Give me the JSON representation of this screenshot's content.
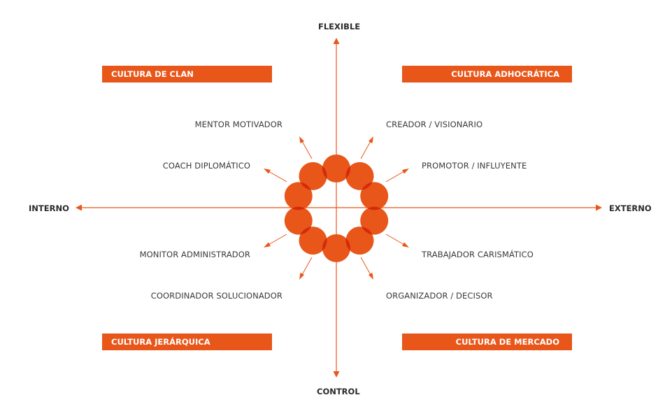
{
  "axes": {
    "top": "FLEXIBLE",
    "bottom": "CONTROL",
    "left": "INTERNO",
    "right": "EXTERNO"
  },
  "quadrants": {
    "top_left": "CULTURA DE CLAN",
    "top_right": "CULTURA ADHOCRÁTICA",
    "bottom_left": "CULTURA JERÁRQUICA",
    "bottom_right": "CULTURA DE MERCADO"
  },
  "roles": {
    "mentor": "MENTOR MOTIVADOR",
    "coach": "COACH DIPLOMÁTICO",
    "creador": "CREADOR / VISIONARIO",
    "promotor": "PROMOTOR / INFLUYENTE",
    "monitor": "MONITOR ADMINISTRADOR",
    "coordinador": "COORDINADOR SOLUCIONADOR",
    "trabajador": "TRABAJADOR CARISMÁTICO",
    "organizador": "ORGANIZADOR / DECISOR"
  },
  "colors": {
    "accent": "#e8561a",
    "overlap": "#d42a0c",
    "text": "#3a3a3a"
  }
}
